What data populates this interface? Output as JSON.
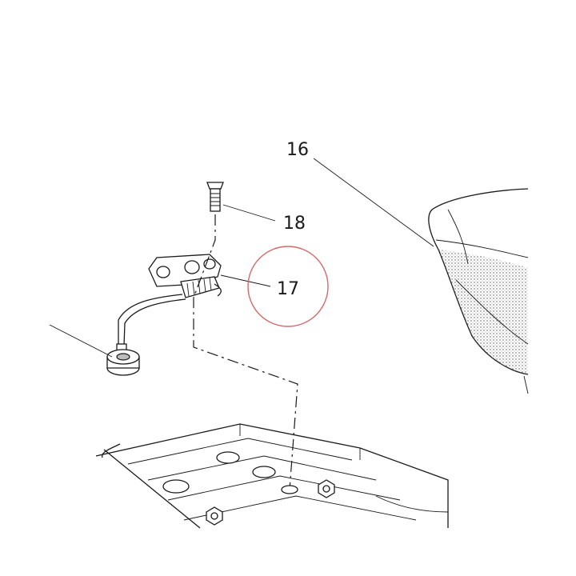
{
  "callouts": {
    "part_16": "16",
    "part_17": "17",
    "part_18": "18"
  },
  "colors": {
    "line": "#1a1a1a",
    "highlight_circle": "#d46a6a",
    "background": "#ffffff"
  }
}
